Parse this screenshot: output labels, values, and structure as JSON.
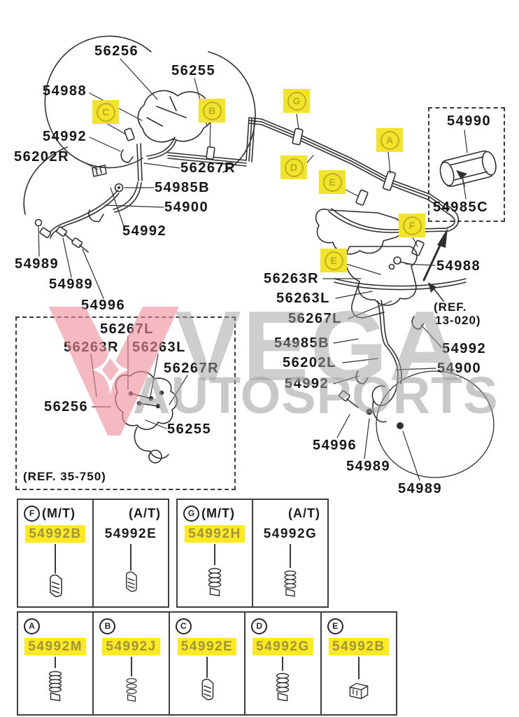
{
  "watermark": {
    "brand": "VEGA",
    "tagline": "AUTOSPORTS",
    "logo": "v-star-logo",
    "logo_color": "#ef8b99"
  },
  "colors": {
    "highlight_yellow": "#ffe920",
    "highlight_text": "#9f9440",
    "line_color": "#303030"
  },
  "callouts": [
    "C",
    "B",
    "G",
    "A",
    "D",
    "E",
    "F",
    "E"
  ],
  "labels": [
    "56256",
    "56255",
    "54988",
    "54992",
    "56202R",
    "56267R",
    "54985B",
    "54900",
    "54992",
    "54989",
    "54989",
    "54996",
    "56267L",
    "56263R",
    "56263L",
    "56267R",
    "56256",
    "56255",
    "(REF. 35-750)",
    "56263R",
    "56263L",
    "56267L",
    "54985B",
    "56202L",
    "54992",
    "54988",
    "(REF.",
    "13-020)",
    "54992",
    "54900",
    "54996",
    "54989",
    "54989",
    "54990",
    "54985C"
  ],
  "legend_row1": [
    {
      "cells": [
        {
          "badge": "F",
          "variant": "(M/T)",
          "part": "54992B",
          "highlight": true,
          "icon": "clip"
        },
        {
          "badge": null,
          "variant": "(A/T)",
          "part": "54992E",
          "highlight": false,
          "icon": "clip"
        }
      ]
    },
    {
      "cells": [
        {
          "badge": "G",
          "variant": "(M/T)",
          "part": "54992H",
          "highlight": true,
          "icon": "coil"
        },
        {
          "badge": null,
          "variant": "(A/T)",
          "part": "54992G",
          "highlight": false,
          "icon": "coil"
        }
      ]
    }
  ],
  "legend_row2": [
    {
      "badge": "A",
      "part": "54992M",
      "highlight": true,
      "icon": "coil"
    },
    {
      "badge": "B",
      "part": "54992J",
      "highlight": true,
      "icon": "coil"
    },
    {
      "badge": "C",
      "part": "54992E",
      "highlight": true,
      "icon": "clip"
    },
    {
      "badge": "D",
      "part": "54992G",
      "highlight": true,
      "icon": "coil"
    },
    {
      "badge": "E",
      "part": "54992B",
      "highlight": true,
      "icon": "clip"
    }
  ]
}
